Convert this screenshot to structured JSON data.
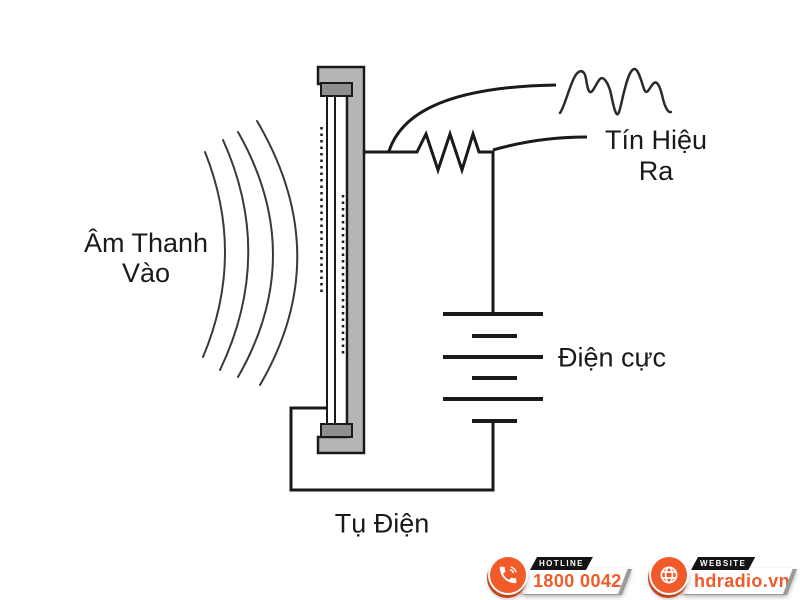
{
  "diagram": {
    "labels": {
      "sound_in_line1": "Âm Thanh",
      "sound_in_line2": "Vào",
      "output_signal_line1": "Tín Hiệu",
      "output_signal_line2": "Ra",
      "electrode": "Điện cực",
      "capacitor": "Tụ Điện"
    },
    "components": [
      "sound-wave-arcs",
      "microphone-capsule",
      "resistor",
      "battery",
      "output-waveform"
    ]
  },
  "footer": {
    "hotline": {
      "label": "HOTLINE",
      "number": "1800 0042",
      "icon": "phone-icon"
    },
    "website": {
      "label": "WEBSITE",
      "url": "hdradio.vn",
      "icon": "globe-icon"
    }
  },
  "colors": {
    "accent_orange": "#F15A29",
    "accent_orange_dark": "#C4461C",
    "badge_black": "#141414",
    "line_color": "#1A1A1A",
    "capsule_gray_light": "#B5B5B5",
    "capsule_gray_dark": "#8F8F8F",
    "accent_gray": "#9B9B9B",
    "background": "#FFFFFF"
  }
}
